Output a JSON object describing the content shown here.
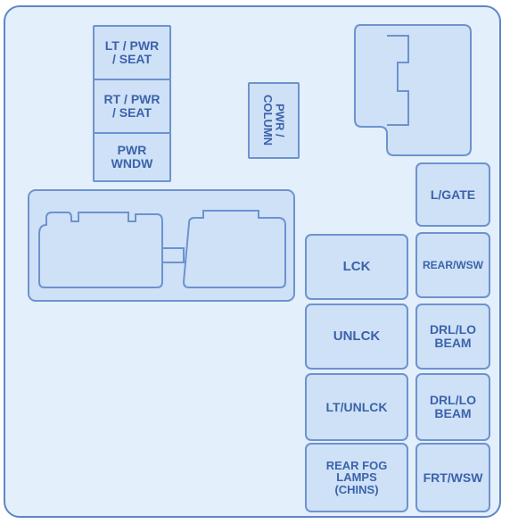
{
  "fuses": {
    "lt_pwr_seat": "LT / PWR\n/ SEAT",
    "rt_pwr_seat": "RT / PWR\n/ SEAT",
    "pwr_wndw": "PWR\nWNDW",
    "pwr_column": "PWR /\nCOLUMN",
    "l_gate": "L/GATE",
    "lck": "LCK",
    "rear_wsw": "REAR/WSW",
    "unlck": "UNLCK",
    "drl_lo_beam_1": "DRL/LO\nBEAM",
    "lt_unlck": "LT/UNLCK",
    "drl_lo_beam_2": "DRL/LO\nBEAM",
    "rear_fog_lamps": "REAR FOG\nLAMPS\n(CHINS)",
    "frt_wsw": "FRT/WSW"
  },
  "colors": {
    "panel_fill": "#e3effb",
    "fuse_fill": "#cfe1f6",
    "outline": "#6d93cf",
    "text": "#3b63ac"
  }
}
